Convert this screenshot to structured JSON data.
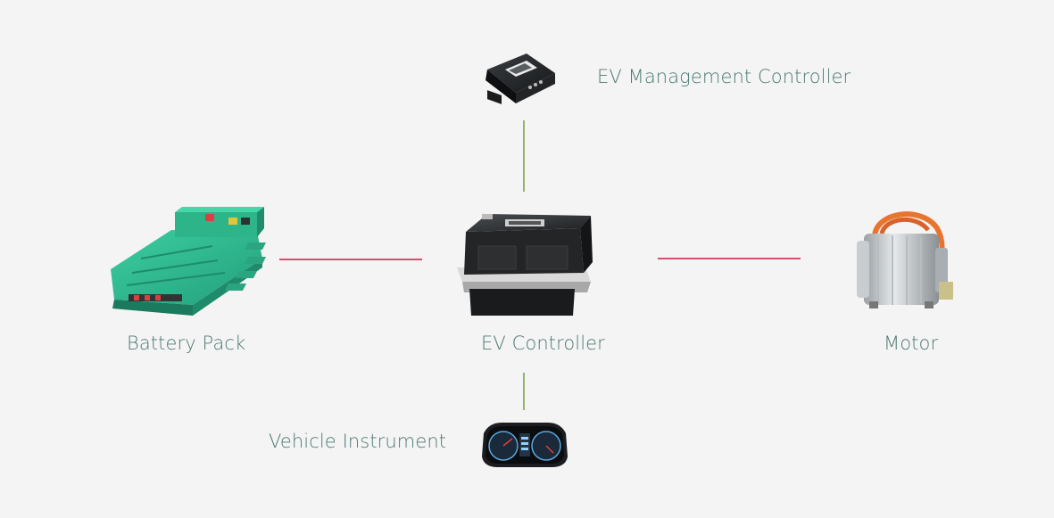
{
  "nodes": {
    "management_controller": {
      "label": "EV Management Controller"
    },
    "battery_pack": {
      "label": "Battery Pack"
    },
    "ev_controller": {
      "label": "EV Controller"
    },
    "motor": {
      "label": "Motor"
    },
    "vehicle_instrument": {
      "label": "Vehicle Instrument"
    }
  },
  "colors": {
    "label_text": "#4e7a73",
    "power_link": "#d94c6b",
    "signal_link": "#93b56d",
    "background": "#f4f4f4",
    "battery_green": "#2fb58e"
  },
  "icons": {
    "management_controller": "ecu-module-icon",
    "battery_pack": "battery-pack-icon",
    "ev_controller": "motor-controller-icon",
    "motor": "electric-motor-icon",
    "vehicle_instrument": "instrument-cluster-icon"
  }
}
